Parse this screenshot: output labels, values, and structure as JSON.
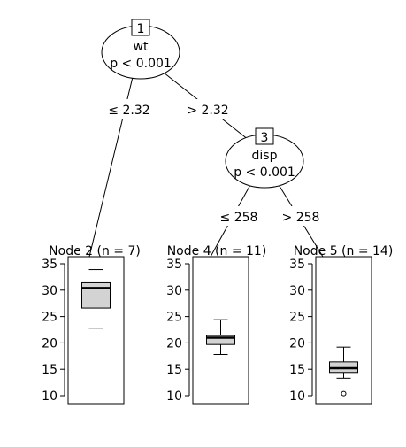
{
  "tree": {
    "inner_nodes": [
      {
        "id": "1",
        "variable": "wt",
        "pvalue": "p < 0.001"
      },
      {
        "id": "3",
        "variable": "disp",
        "pvalue": "p < 0.001"
      }
    ],
    "edges": [
      {
        "from": "1",
        "to": "2",
        "label": "≤ 2.32"
      },
      {
        "from": "1",
        "to": "3",
        "label": "> 2.32"
      },
      {
        "from": "3",
        "to": "4",
        "label": "≤ 258"
      },
      {
        "from": "3",
        "to": "5",
        "label": "> 258"
      }
    ],
    "terminal_nodes": [
      {
        "id": "2",
        "title": "Node 2 (n = 7)"
      },
      {
        "id": "4",
        "title": "Node 4 (n = 11)"
      },
      {
        "id": "5",
        "title": "Node 5 (n = 14)"
      }
    ]
  },
  "chart_data": {
    "type": "boxplot",
    "ylim": [
      10,
      35
    ],
    "yticks": [
      "10",
      "15",
      "20",
      "25",
      "30",
      "35"
    ],
    "boxes": [
      {
        "node": "Node 2",
        "min": 22.8,
        "q1": 26.6,
        "median": 30.4,
        "q3": 31.4,
        "max": 33.9,
        "outliers": []
      },
      {
        "node": "Node 4",
        "min": 17.8,
        "q1": 19.7,
        "median": 21.0,
        "q3": 21.4,
        "max": 24.4,
        "outliers": []
      },
      {
        "node": "Node 5",
        "min": 13.3,
        "q1": 14.4,
        "median": 15.2,
        "q3": 16.4,
        "max": 19.2,
        "outliers": [
          10.4
        ]
      }
    ]
  }
}
